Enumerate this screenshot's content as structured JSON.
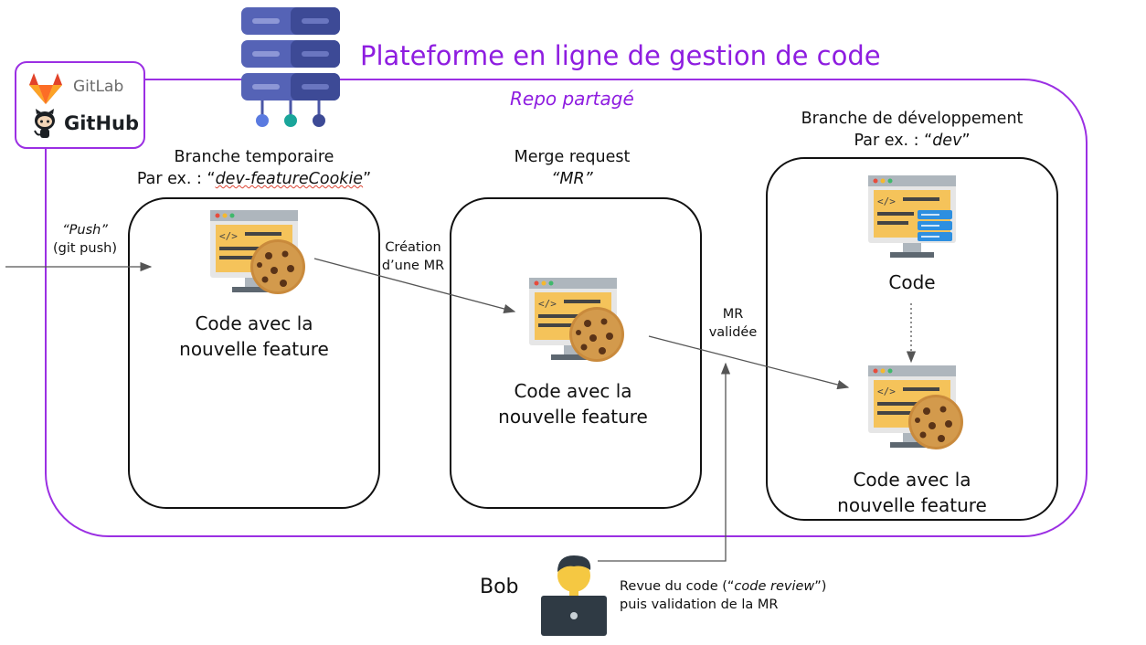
{
  "title": "Plateforme en ligne de gestion de code",
  "repo_label": "Repo partagé",
  "logos": {
    "gitlab": "GitLab",
    "github": "GitHub"
  },
  "push": {
    "line1": "“Push”",
    "line2": "(git push)"
  },
  "temp_branch": {
    "header_line1": "Branche temporaire",
    "header_prefix": "Par ex. : “",
    "header_name": "dev-featureCookie",
    "header_suffix": "”",
    "label_line1": "Code avec la",
    "label_line2": "nouvelle feature"
  },
  "creation_mr": {
    "line1": "Création",
    "line2": "d’une MR"
  },
  "merge_request": {
    "header_line1": "Merge request",
    "header_line2": "“MR”",
    "label_line1": "Code avec la",
    "label_line2": "nouvelle feature"
  },
  "mr_validated": {
    "line1": "MR",
    "line2": "validée"
  },
  "dev_branch": {
    "header_line1": "Branche de développement",
    "header_prefix": "Par ex. : “",
    "header_name": "dev",
    "header_suffix": "”",
    "code_label": "Code",
    "label_line1": "Code avec la",
    "label_line2": "nouvelle feature"
  },
  "reviewer": {
    "name": "Bob",
    "note_prefix": "Revue du code (“",
    "note_italic": "code review",
    "note_suffix": "”)",
    "note_line2": "puis validation de la MR"
  },
  "colors": {
    "accent": "#8e1de0",
    "server": "#4a56a6",
    "monitor": "#f5c35a",
    "cookie": "#c98a3c"
  }
}
